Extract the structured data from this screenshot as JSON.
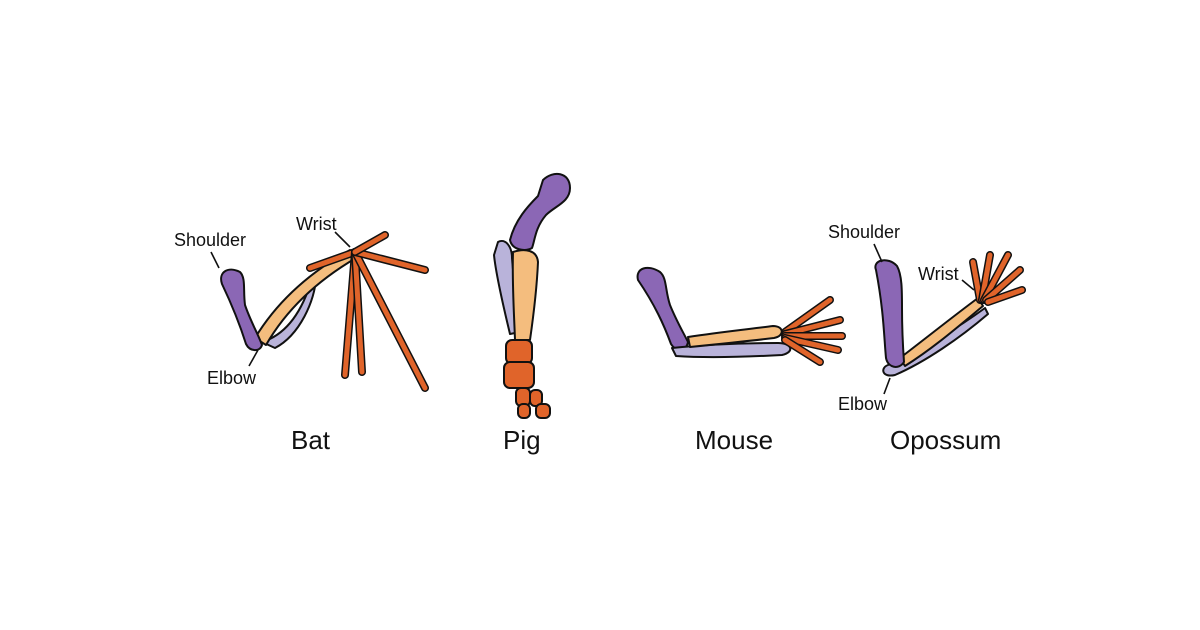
{
  "colors": {
    "humerus": "#8B67B5",
    "radius": "#F4BD7E",
    "ulna": "#B9B3DA",
    "hand": "#E0642A",
    "outline": "#111111"
  },
  "bat": {
    "name": "Bat",
    "shoulder": "Shoulder",
    "wrist": "Wrist",
    "elbow": "Elbow"
  },
  "pig": {
    "name": "Pig"
  },
  "mouse": {
    "name": "Mouse"
  },
  "opossum": {
    "name": "Opossum",
    "shoulder": "Shoulder",
    "wrist": "Wrist",
    "elbow": "Elbow"
  }
}
